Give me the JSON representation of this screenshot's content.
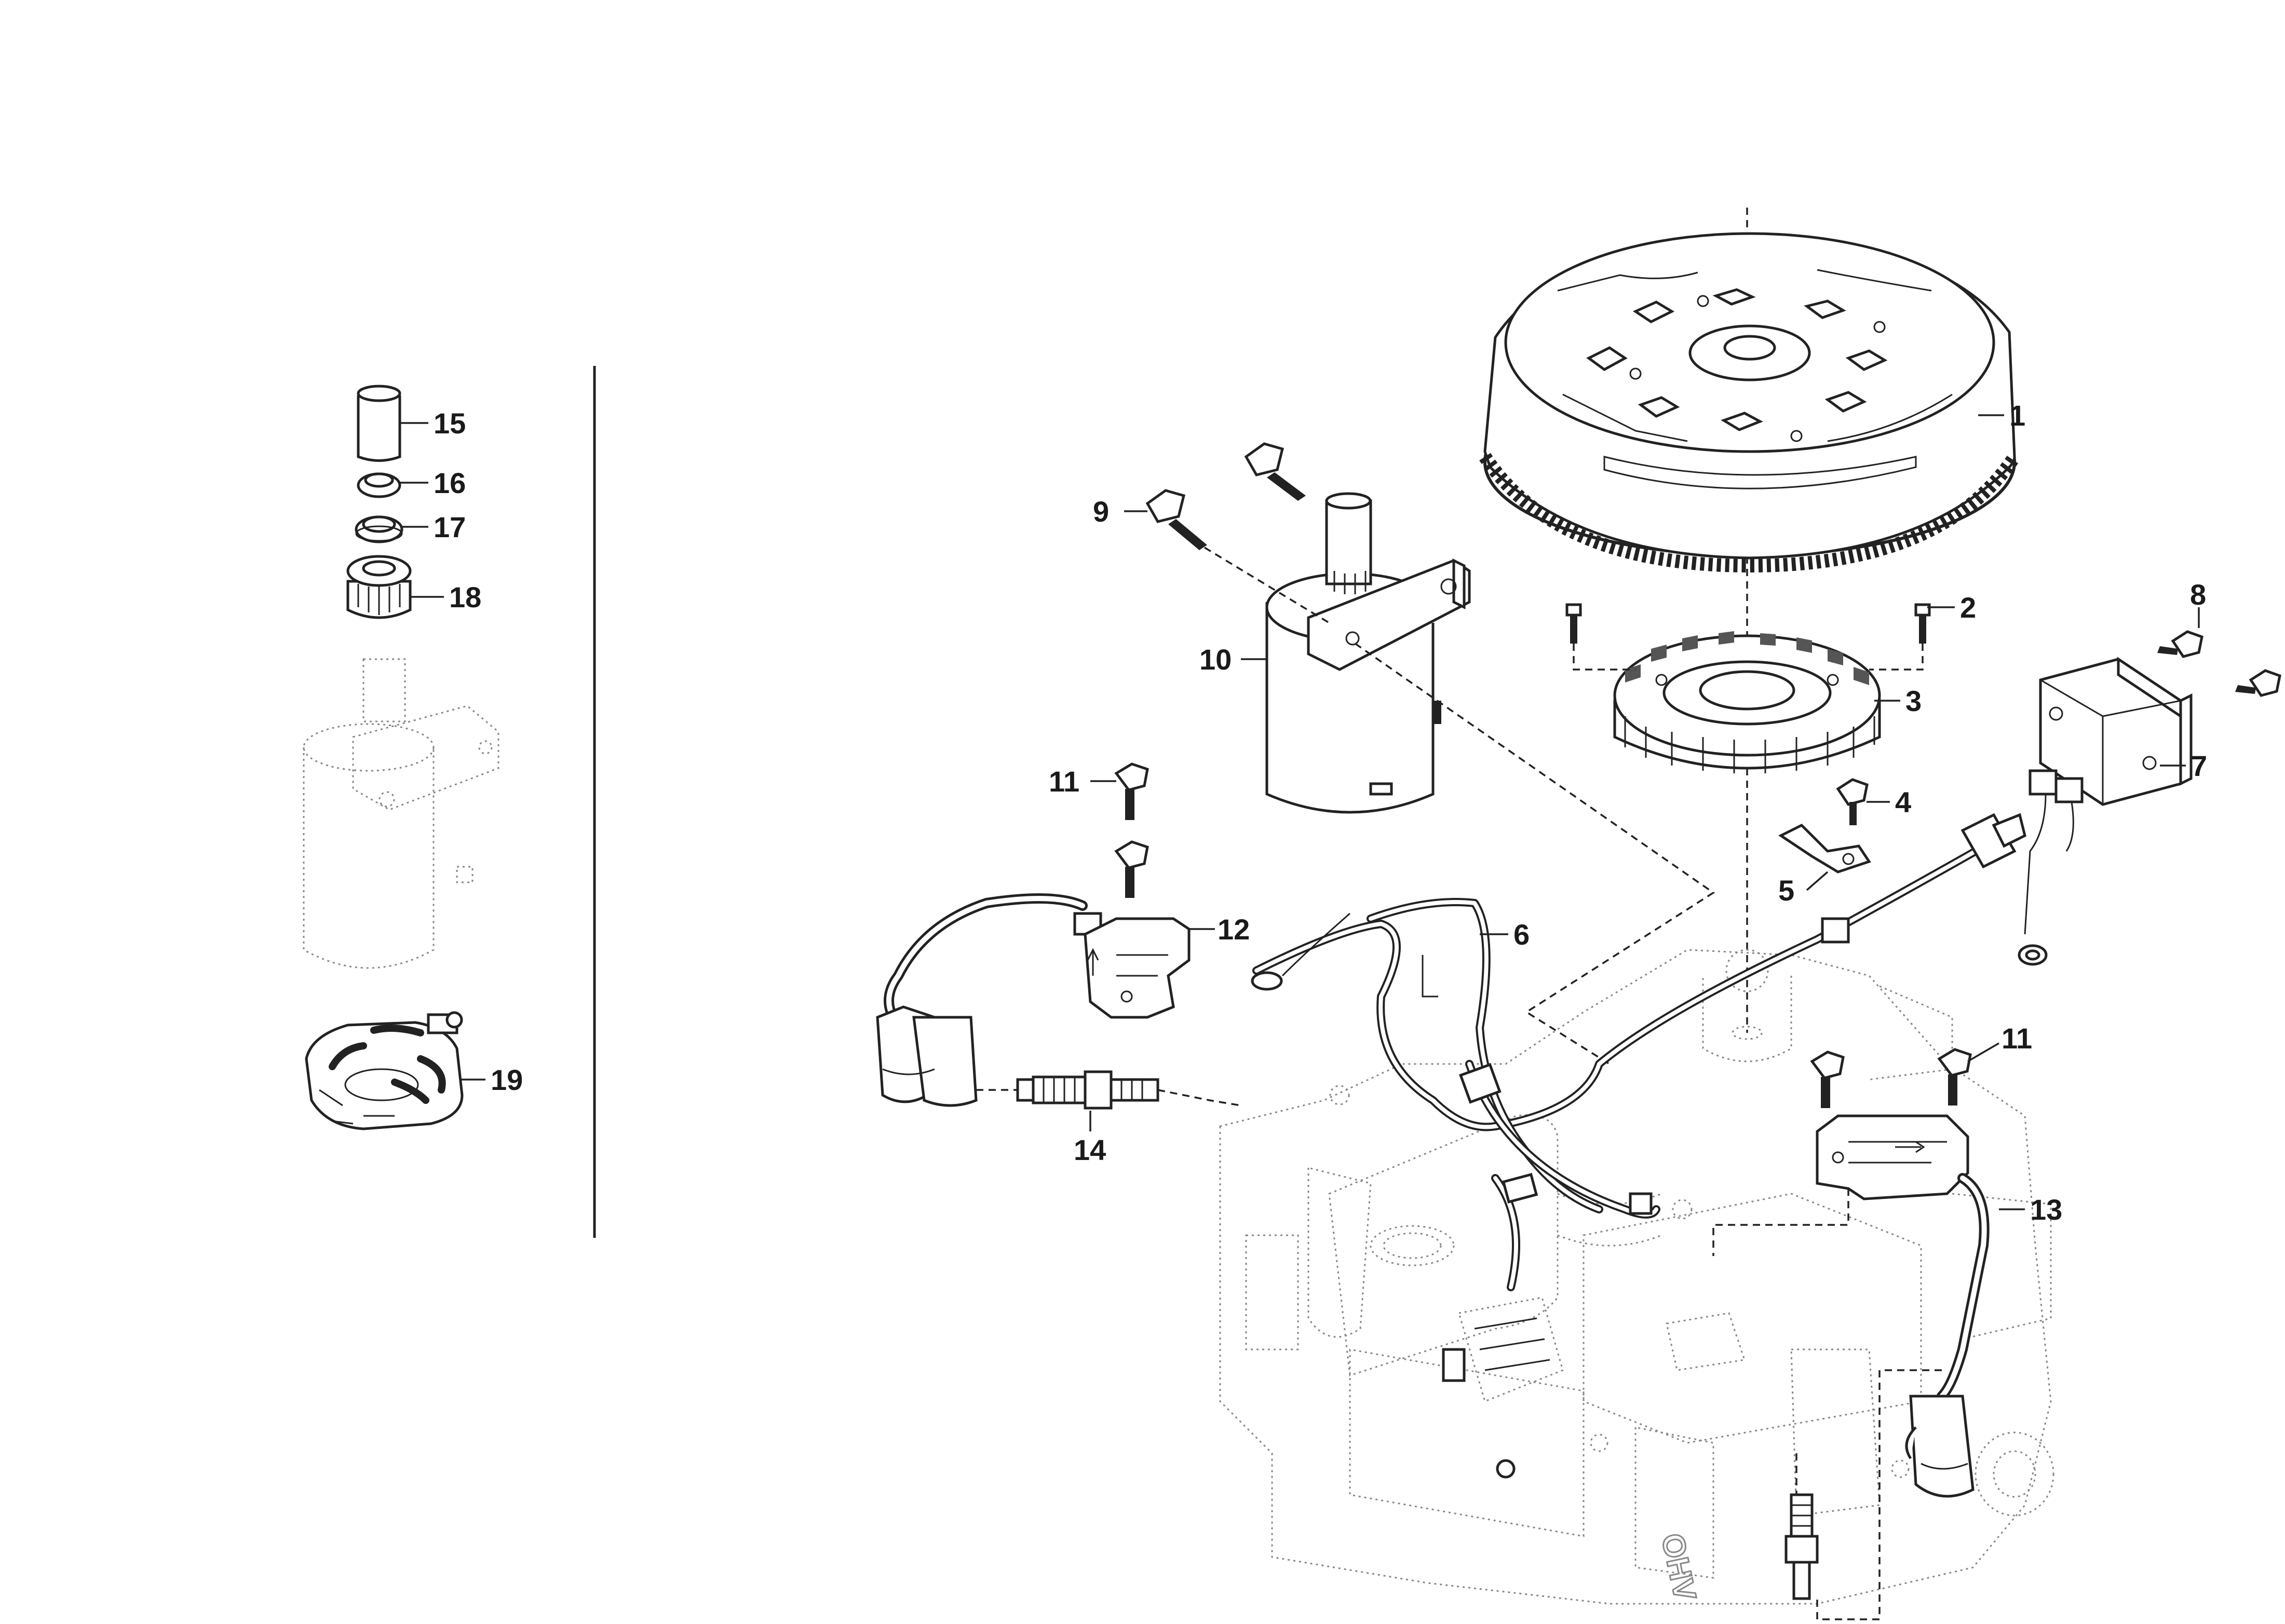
{
  "diagram": {
    "callouts": [
      {
        "id": "1",
        "label": "1"
      },
      {
        "id": "2",
        "label": "2"
      },
      {
        "id": "3",
        "label": "3"
      },
      {
        "id": "4",
        "label": "4"
      },
      {
        "id": "5",
        "label": "5"
      },
      {
        "id": "6",
        "label": "6"
      },
      {
        "id": "7",
        "label": "7"
      },
      {
        "id": "8",
        "label": "8"
      },
      {
        "id": "9",
        "label": "9"
      },
      {
        "id": "10",
        "label": "10"
      },
      {
        "id": "11a",
        "label": "11"
      },
      {
        "id": "11b",
        "label": "11"
      },
      {
        "id": "12",
        "label": "12"
      },
      {
        "id": "13",
        "label": "13"
      },
      {
        "id": "14",
        "label": "14"
      },
      {
        "id": "15",
        "label": "15"
      },
      {
        "id": "16",
        "label": "16"
      },
      {
        "id": "17",
        "label": "17"
      },
      {
        "id": "18",
        "label": "18"
      },
      {
        "id": "19",
        "label": "19"
      }
    ],
    "engine_marking": "OHV"
  }
}
